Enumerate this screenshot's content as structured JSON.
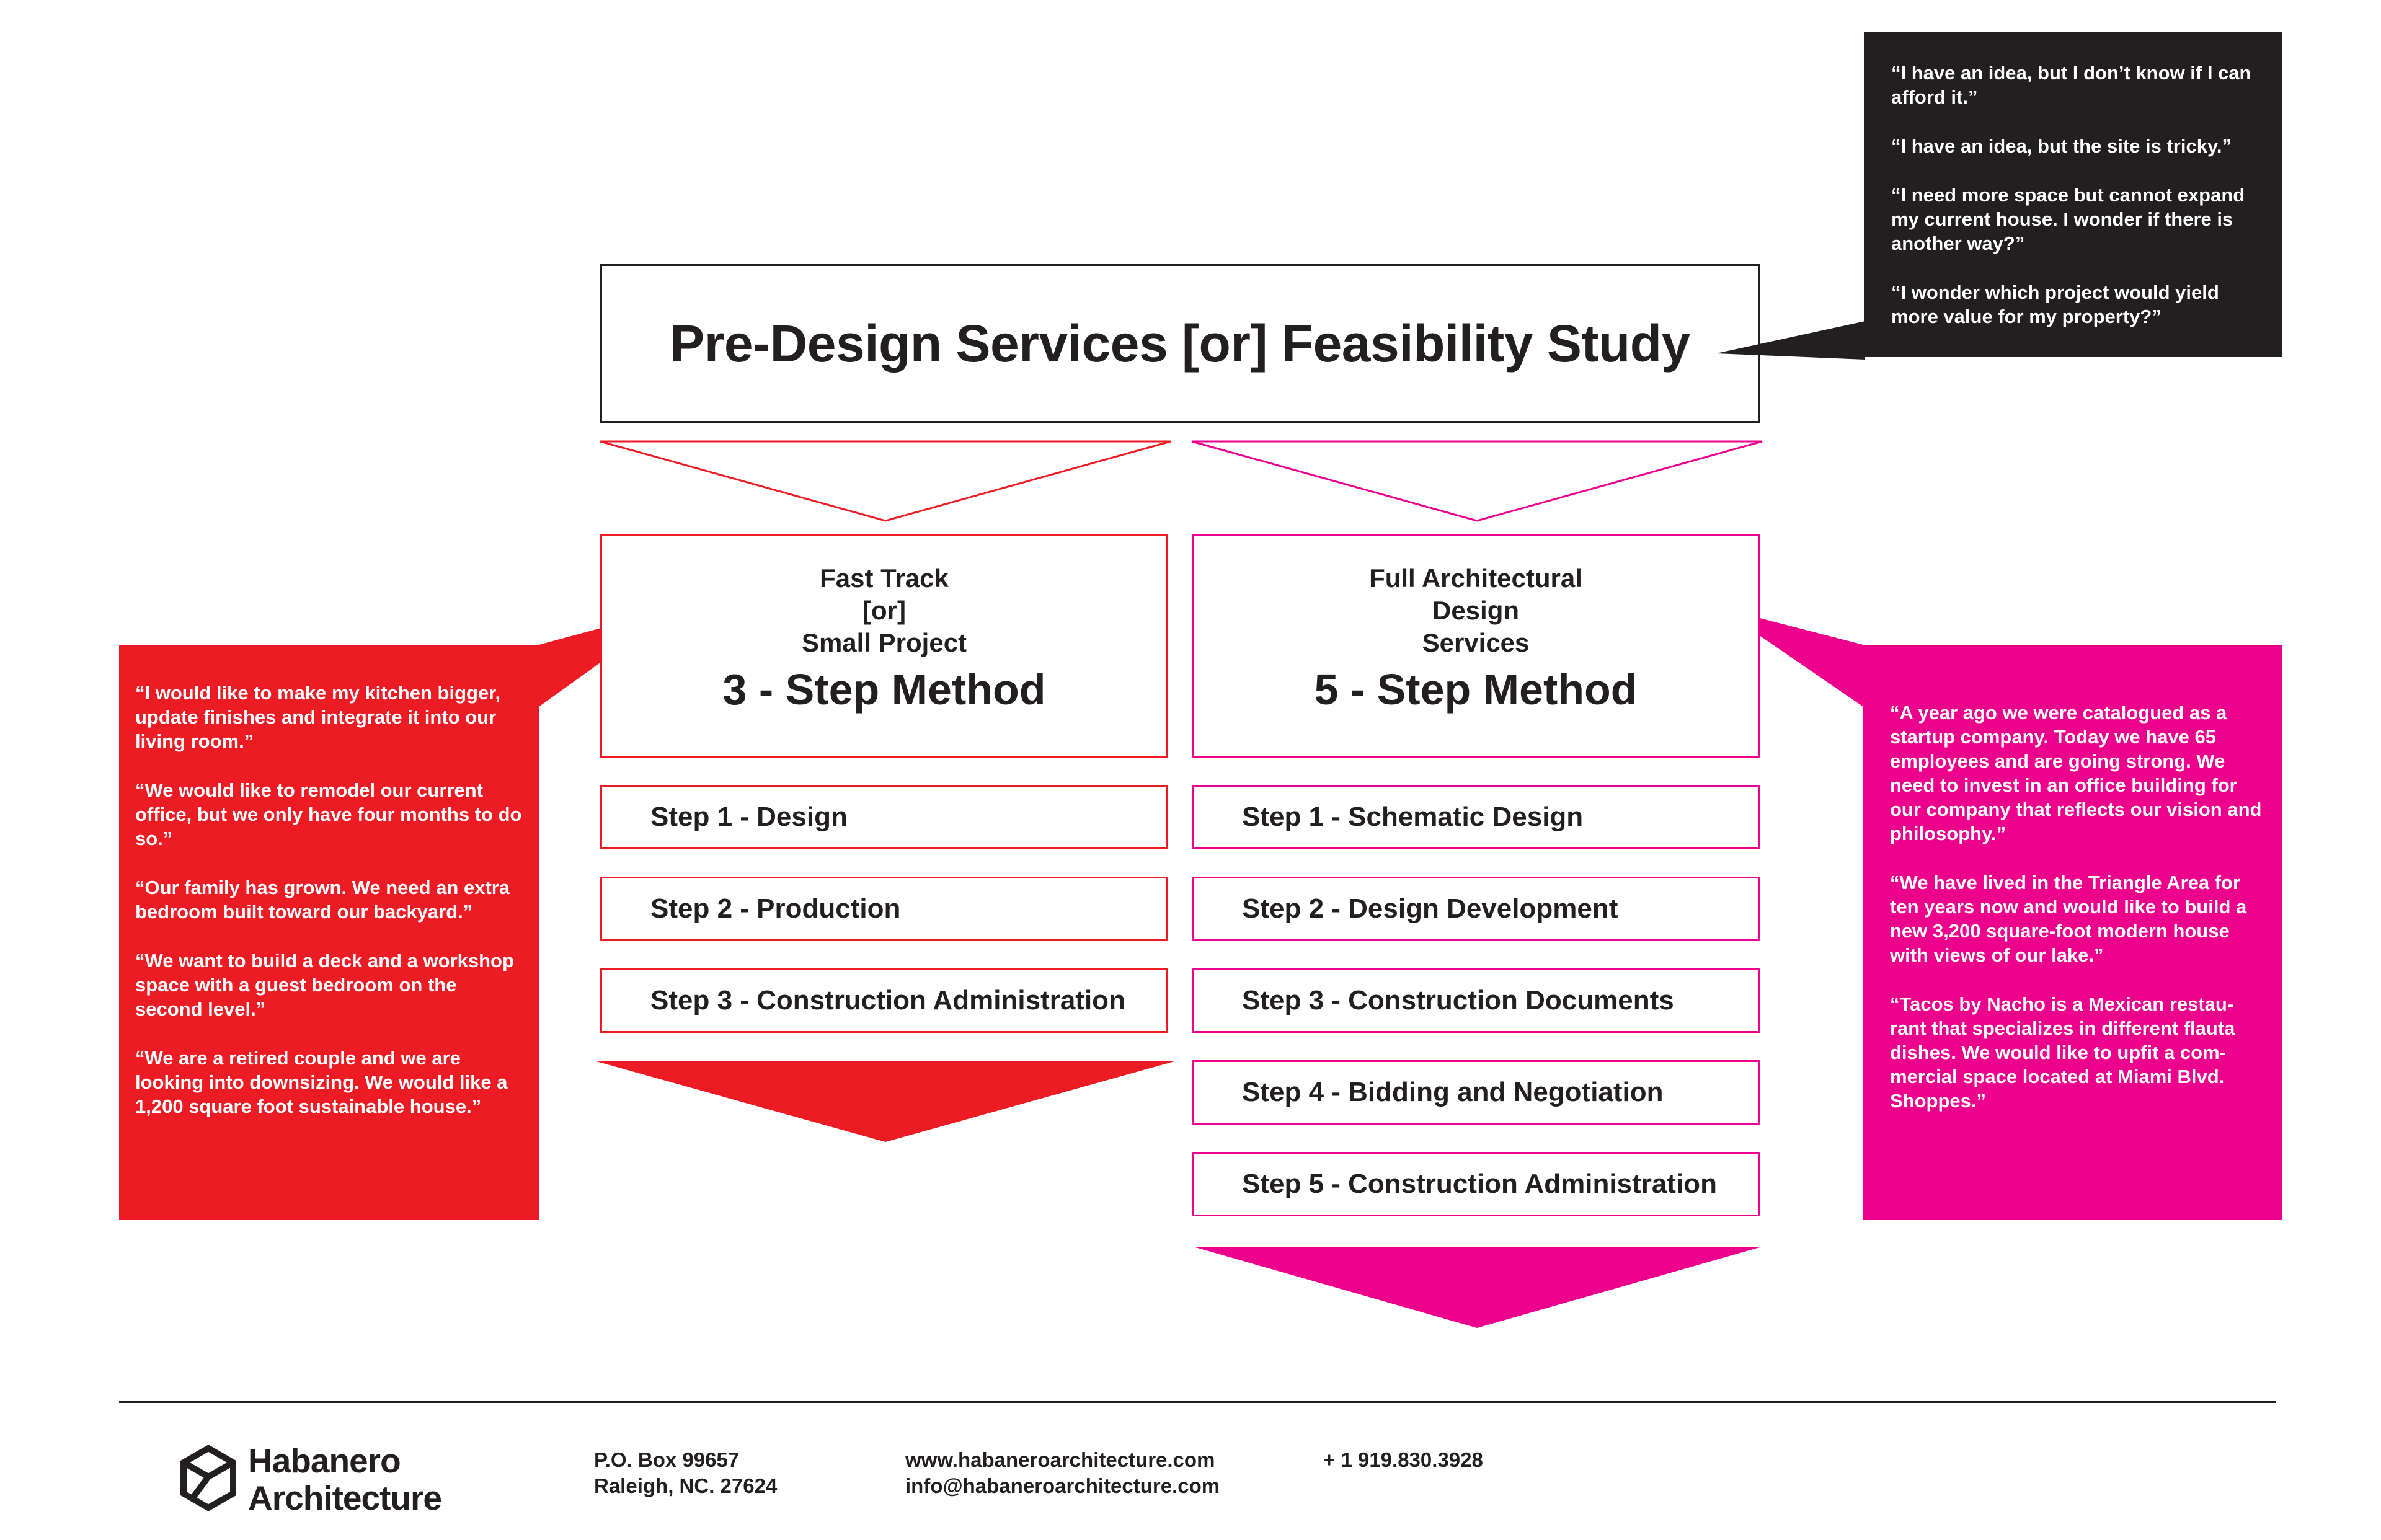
{
  "title": "Pre-Design Services [or] Feasibility Study",
  "colors": {
    "red": "#ed1c24",
    "pink": "#ec008c",
    "dark": "#231f20",
    "white": "#ffffff"
  },
  "top_quotes": [
    "“I have an idea, but I don’t know if I can afford it.”",
    "“I have an idea, but the site is tricky.”",
    "“I need more space but cannot expand my current house. I wonder if there is another way?”",
    "“I wonder which project would yield more value for my property?”"
  ],
  "left_quotes": [
    "“I would like to make my kitchen bigger, update finishes and integrate it into our living room.”",
    "“We would like to remodel our current office, but we only have four months to do so.”",
    "“Our family has grown. We need an extra bedroom built toward our backyard.”",
    "“We want to build a deck and a workshop space with a guest bedroom on the second level.”",
    "“We are a retired couple and we are looking into downsizing. We would like a 1,200 square foot sustainable house.”"
  ],
  "right_quotes": [
    "“A year ago we were catalogued as a startup company. Today we have 65 employees and are going strong. We need to invest in an office building for our company that reflects our vision and philosophy.”",
    "“We have lived in the Triangle Area for ten years now and would like to build a new 3,200 square-foot modern house with views of our lake.”",
    "“Tacos by Nacho is a Mexican restau-rant that specializes in different flauta dishes. We would like to upfit a com-mercial space located at Miami Blvd. Shoppes.”"
  ],
  "fast_track": {
    "line1": "Fast Track",
    "line2": "[or]",
    "line3": "Small Project",
    "method": "3 - Step Method",
    "steps": [
      "Step 1 - Design",
      "Step 2 - Production",
      "Step 3 - Construction Administration"
    ]
  },
  "full_services": {
    "line1": "Full Architectural",
    "line2": "Design",
    "line3": "Services",
    "method": "5 - Step Method",
    "steps": [
      "Step 1 - Schematic Design",
      "Step 2 - Design Development",
      "Step 3 - Construction Documents",
      "Step 4 - Bidding and Negotiation",
      "Step 5 - Construction Administration"
    ]
  },
  "footer": {
    "logo_line1": "Habanero",
    "logo_line2": "Architecture",
    "icon": "hexagon-cube-logo-icon",
    "address_line1": "P.O. Box 99657",
    "address_line2": "Raleigh, NC. 27624",
    "website": "www.habaneroarchitecture.com",
    "email": "info@habaneroarchitecture.com",
    "phone": "+ 1 919.830.3928"
  }
}
